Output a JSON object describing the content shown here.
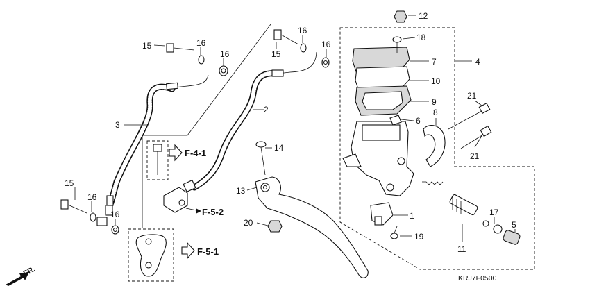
{
  "callouts": {
    "c1": "1",
    "c2": "2",
    "c3": "3",
    "c4": "4",
    "c5": "5",
    "c6": "6",
    "c7": "7",
    "c8": "8",
    "c9": "9",
    "c10": "10",
    "c11": "11",
    "c12": "12",
    "c13": "13",
    "c14": "14",
    "c15a": "15",
    "c15b": "15",
    "c15c": "15",
    "c16a": "16",
    "c16b": "16",
    "c16c": "16",
    "c16d": "16",
    "c16e": "16",
    "c16f": "16",
    "c17": "17",
    "c18": "18",
    "c19": "19",
    "c20": "20",
    "c21a": "21",
    "c21b": "21"
  },
  "refs": {
    "f41": "F-4-1",
    "f52": "F-5-2",
    "f51": "F-5-1"
  },
  "direction": "FR.",
  "diagram_code": "KRJ7F0500"
}
